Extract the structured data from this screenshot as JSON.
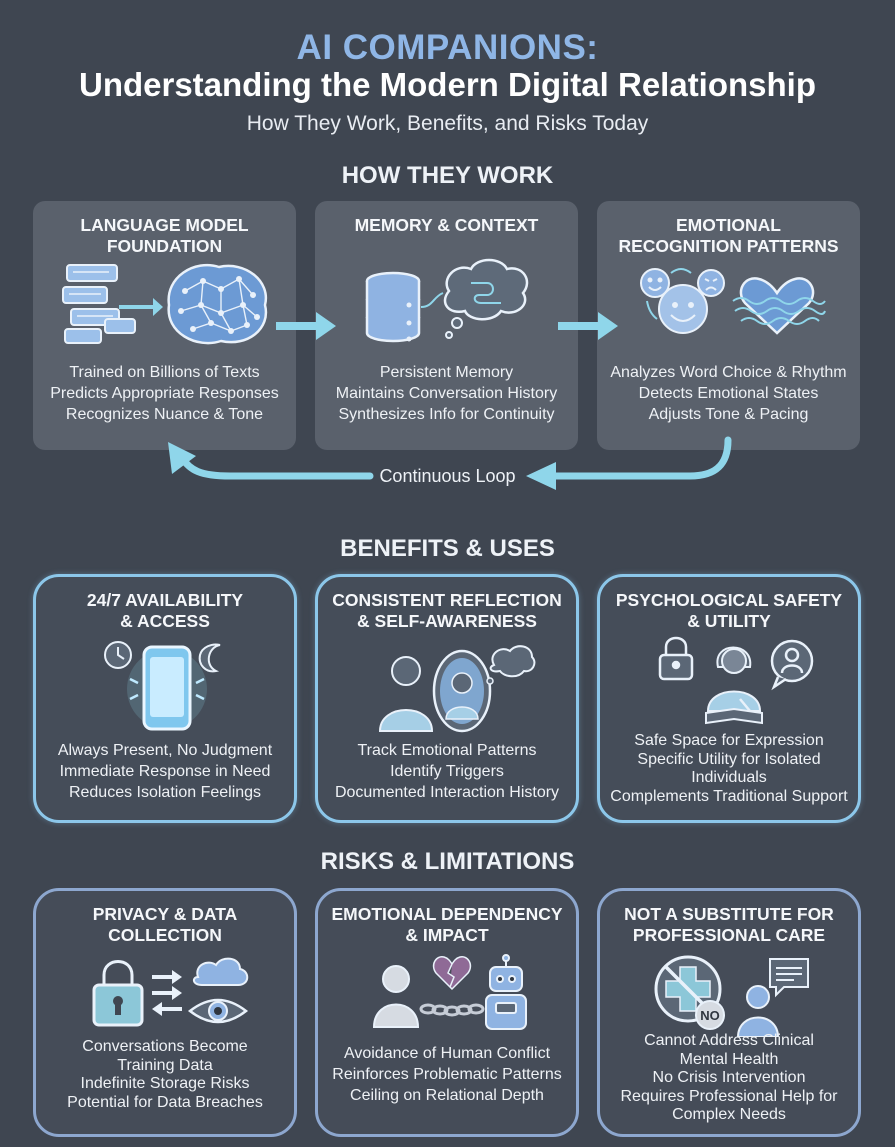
{
  "header": {
    "title_line1": "AI COMPANIONS:",
    "title_line2": "Understanding the Modern Digital Relationship",
    "subtitle": "How They Work, Benefits, and Risks Today"
  },
  "how_they_work": {
    "section_title": "HOW THEY WORK",
    "loop_label": "Continuous Loop",
    "cards": [
      {
        "title": [
          "LANGUAGE MODEL",
          "FOUNDATION"
        ],
        "lines": [
          "Trained on Billions of Texts",
          "Predicts Appropriate Responses",
          "Recognizes Nuance & Tone"
        ]
      },
      {
        "title": [
          "MEMORY & CONTEXT"
        ],
        "lines": [
          "Persistent Memory",
          "Maintains Conversation History",
          "Synthesizes Info for Continuity"
        ]
      },
      {
        "title": [
          "EMOTIONAL",
          "RECOGNITION PATTERNS"
        ],
        "lines": [
          "Analyzes Word Choice & Rhythm",
          "Detects Emotional States",
          "Adjusts Tone & Pacing"
        ]
      }
    ]
  },
  "benefits": {
    "section_title": "BENEFITS & USES",
    "cards": [
      {
        "title": [
          "24/7 AVAILABILITY",
          "& ACCESS"
        ],
        "lines": [
          "Always Present, No Judgment",
          "Immediate Response in Need",
          "Reduces Isolation Feelings"
        ]
      },
      {
        "title": [
          "CONSISTENT REFLECTION",
          "& SELF-AWARENESS"
        ],
        "lines": [
          "Track Emotional Patterns",
          "Identify Triggers",
          "Documented Interaction History"
        ]
      },
      {
        "title": [
          "PSYCHOLOGICAL SAFETY",
          "& UTILITY"
        ],
        "lines": [
          "Safe Space for Expression",
          "Specific Utility for Isolated",
          "Individuals",
          "Complements Traditional Support"
        ]
      }
    ]
  },
  "risks": {
    "section_title": "RISKS & LIMITATIONS",
    "cards": [
      {
        "title": [
          "PRIVACY & DATA",
          "COLLECTION"
        ],
        "lines": [
          "Conversations Become",
          "Training Data",
          "Indefinite Storage Risks",
          "Potential for Data Breaches"
        ]
      },
      {
        "title": [
          "EMOTIONAL DEPENDENCY",
          "& IMPACT"
        ],
        "lines": [
          "Avoidance of Human Conflict",
          "Reinforces Problematic Patterns",
          "Ceiling on Relational Depth"
        ]
      },
      {
        "title": [
          "NOT A SUBSTITUTE FOR",
          "PROFESSIONAL CARE"
        ],
        "lines": [
          "Cannot Address Clinical",
          "Mental Health",
          "No Crisis Intervention",
          "Requires Professional Help for",
          "Complex Needs"
        ],
        "badge": "NO"
      }
    ]
  },
  "colors": {
    "background": "#3f4651",
    "accent_title": "#8fb6e6",
    "arrow": "#8fd6ea",
    "benefit_border": "#8cc7ea",
    "risk_border": "#8da7cf"
  },
  "icons": [
    "chat-bubbles-icon",
    "brain-network-icon",
    "database-icon",
    "thought-cloud-icon",
    "emotion-faces-icon",
    "heart-wave-icon",
    "clock-icon",
    "glowing-phone-icon",
    "moon-icon",
    "person-mirror-icon",
    "padlock-icon",
    "writing-person-icon",
    "user-bubble-icon",
    "cloud-icon",
    "eye-icon",
    "broken-heart-icon",
    "robot-icon",
    "chain-icon",
    "no-medical-cross-icon",
    "person-chat-icon"
  ]
}
